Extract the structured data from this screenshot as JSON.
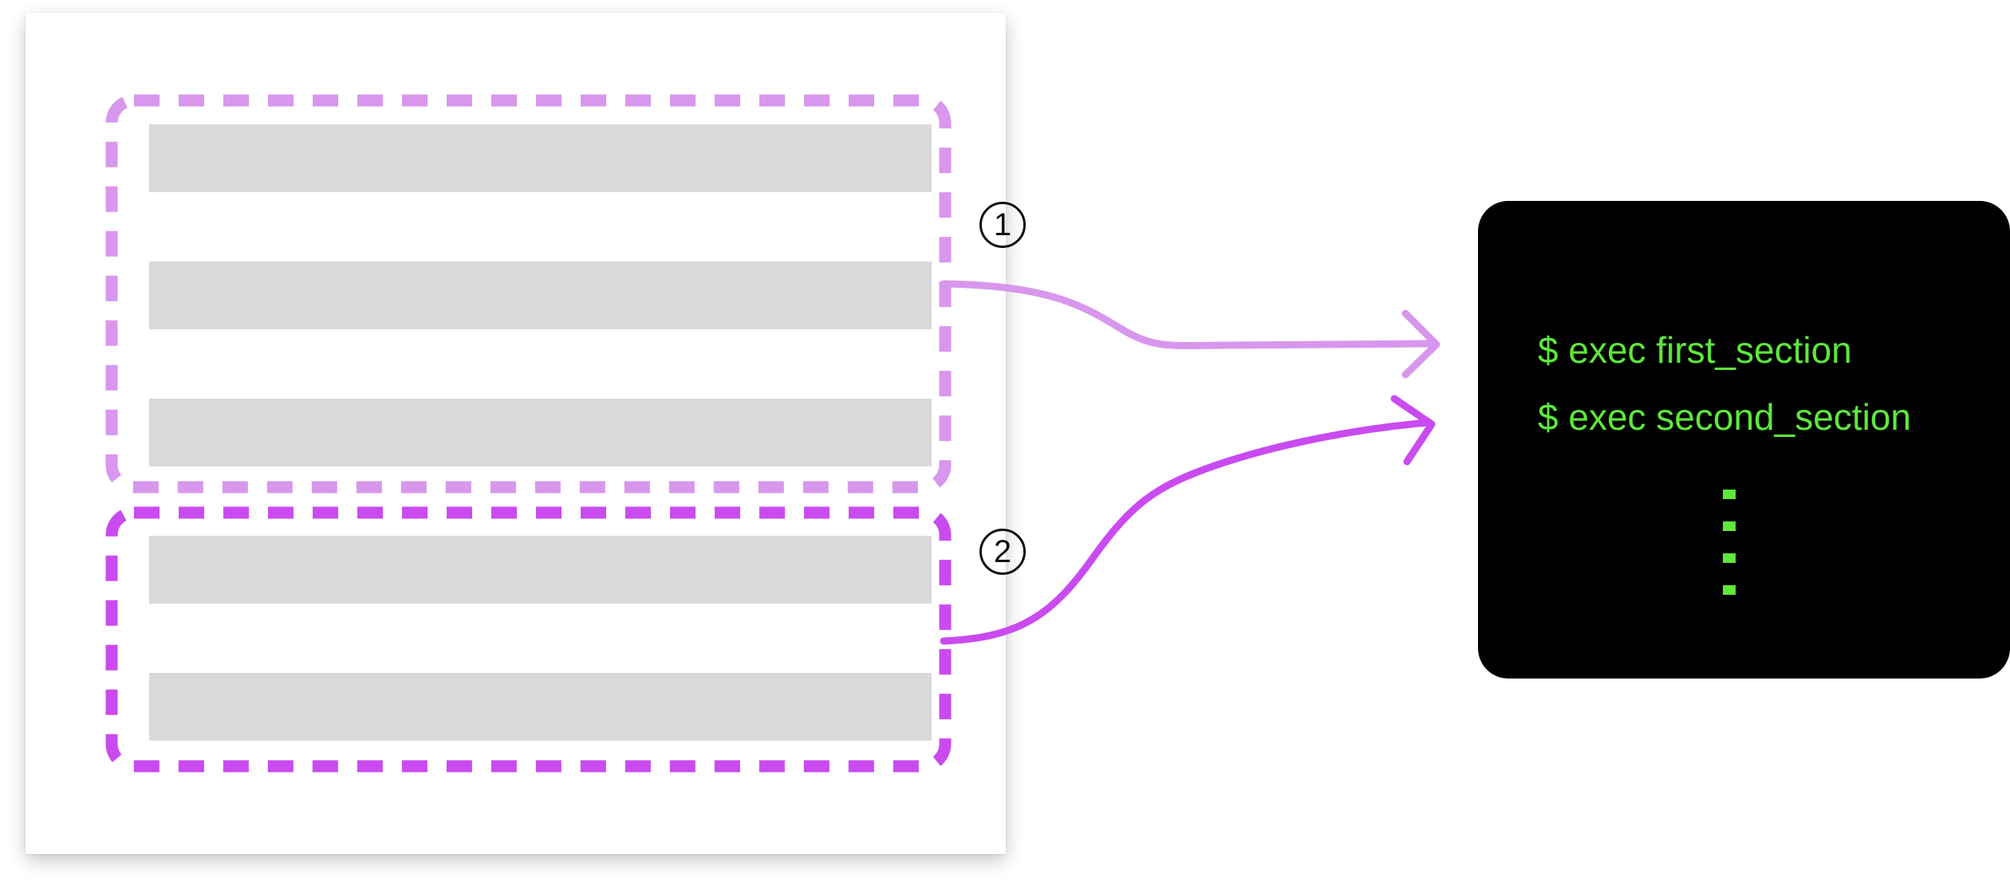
{
  "diagram": {
    "sections": [
      {
        "badge": "1",
        "color": "#d897ec",
        "line_count": 3
      },
      {
        "badge": "2",
        "color": "#c94bf0",
        "line_count": 2
      }
    ],
    "terminal": {
      "background": "#000000",
      "text_color": "#5de83a",
      "lines": [
        "$ exec first_section",
        "$ exec second_section"
      ],
      "continuation": "vertical-ellipsis"
    },
    "placeholder_line_color": "#d9d9d9"
  }
}
